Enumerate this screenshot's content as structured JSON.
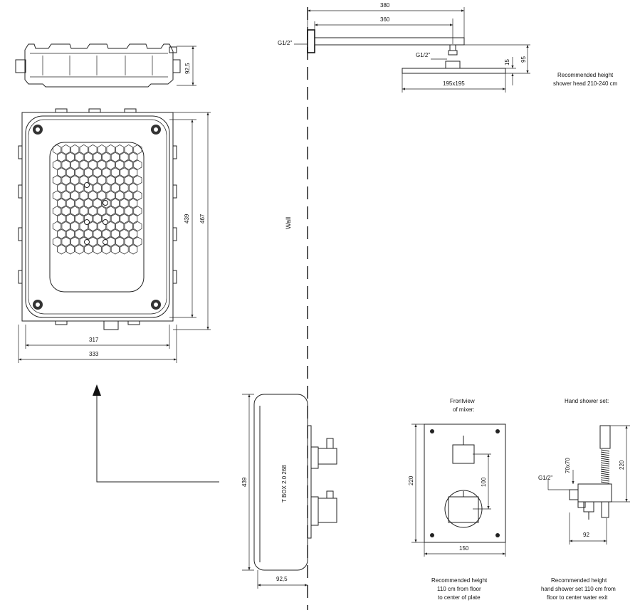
{
  "dimensions": {
    "arm_length_total": "380",
    "arm_length_inner": "360",
    "thread_wall": "G1/2\"",
    "thread_head": "G1/2\"",
    "head_size": "195x195",
    "head_thickness": "15",
    "head_drop": "95",
    "box_depth_top": "92,5",
    "box_inner_height": "439",
    "box_outer_height": "467",
    "box_inner_width": "317",
    "box_outer_width": "333",
    "side_height": "439",
    "side_depth": "92,5",
    "side_label": "T BOX 2.0 268",
    "plate_height": "220",
    "plate_spacing": "100",
    "plate_width": "150",
    "hand_size": "70x70",
    "hand_height": "220",
    "hand_width": "92",
    "hand_thread": "G1/2\""
  },
  "labels": {
    "wall": "Wall",
    "rec_shower_1": "Recommended height",
    "rec_shower_2": "shower head 210-240 cm",
    "frontview_1": "Frontview",
    "frontview_2": "of mixer:",
    "hand_set_title": "Hand shower set:",
    "rec_plate_1": "Recommended height",
    "rec_plate_2": "110 cm from floor",
    "rec_plate_3": "to center of plate",
    "rec_hand_1": "Recommended height",
    "rec_hand_2": "hand shower set 110 cm from",
    "rec_hand_3": "floor to center water exit"
  }
}
